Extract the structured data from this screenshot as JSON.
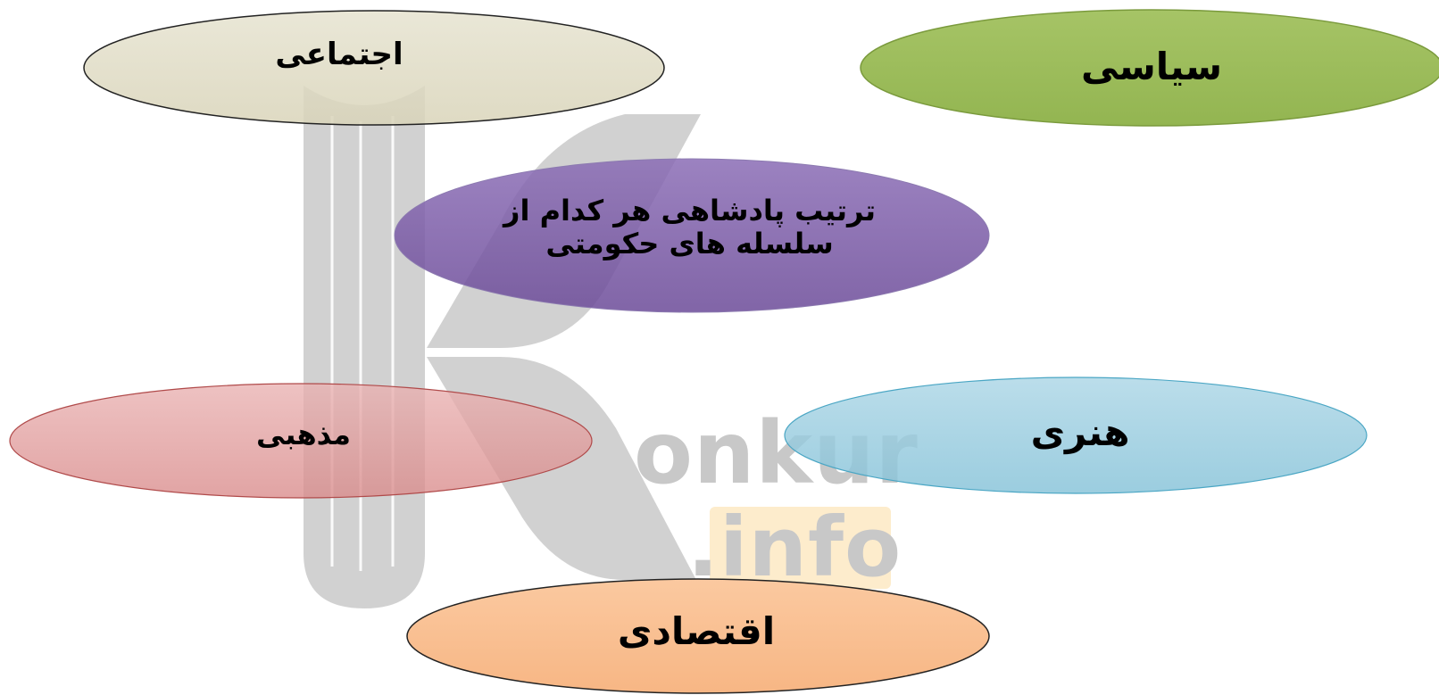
{
  "diagram": {
    "center": {
      "label": "ترتیب پادشاهی هر کدام از\nسلسله های حکومتی",
      "color": "#7b5aa6"
    },
    "nodes": {
      "social": {
        "label": "اجتماعی",
        "color": "#ddd9c3"
      },
      "political": {
        "label": "سیاسی",
        "color": "#9bbb59"
      },
      "religious": {
        "label": "مذهبی",
        "color": "#e6a0a0"
      },
      "artistic": {
        "label": "هنری",
        "color": "#9dcfe0"
      },
      "economic": {
        "label": "اقتصادی",
        "color": "#fac090"
      }
    }
  },
  "watermark": {
    "line1": "onkur",
    "line2": ".info",
    "color": "#c8c8c8",
    "accent_color": "#fdeac6"
  }
}
